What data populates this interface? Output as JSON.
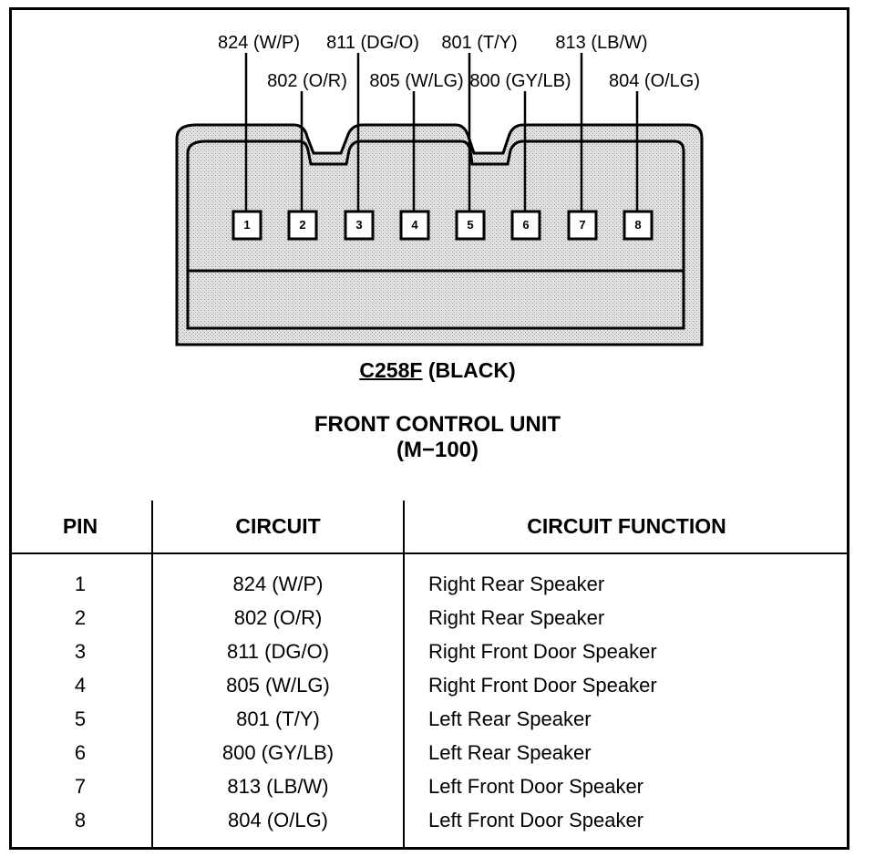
{
  "connector": {
    "callouts": [
      {
        "pin": 1,
        "label": "824 (W/P)"
      },
      {
        "pin": 2,
        "label": "802 (O/R)"
      },
      {
        "pin": 3,
        "label": "811 (DG/O)"
      },
      {
        "pin": 4,
        "label": "805 (W/LG)"
      },
      {
        "pin": 5,
        "label": "801 (T/Y)"
      },
      {
        "pin": 6,
        "label": "800 (GY/LB)"
      },
      {
        "pin": 7,
        "label": "813 (LB/W)"
      },
      {
        "pin": 8,
        "label": "804 (O/LG)"
      }
    ],
    "pins": [
      "1",
      "2",
      "3",
      "4",
      "5",
      "6",
      "7",
      "8"
    ],
    "id": "C258F",
    "color": "(BLACK)"
  },
  "unit": {
    "title": "FRONT CONTROL UNIT",
    "model": "(M−100)"
  },
  "table": {
    "headers": [
      "PIN",
      "CIRCUIT",
      "CIRCUIT FUNCTION"
    ],
    "rows": [
      {
        "pin": "1",
        "circuit": "824 (W/P)",
        "function": "Right Rear Speaker"
      },
      {
        "pin": "2",
        "circuit": "802 (O/R)",
        "function": "Right Rear Speaker"
      },
      {
        "pin": "3",
        "circuit": "811 (DG/O)",
        "function": "Right Front Door Speaker"
      },
      {
        "pin": "4",
        "circuit": "805 (W/LG)",
        "function": "Right Front Door Speaker"
      },
      {
        "pin": "5",
        "circuit": "801 (T/Y)",
        "function": "Left Rear Speaker"
      },
      {
        "pin": "6",
        "circuit": "800 (GY/LB)",
        "function": "Left Rear Speaker"
      },
      {
        "pin": "7",
        "circuit": "813 (LB/W)",
        "function": "Left Front Door Speaker"
      },
      {
        "pin": "8",
        "circuit": "804 (O/LG)",
        "function": "Left Front Door Speaker"
      }
    ]
  },
  "colors": {
    "line": "#000000",
    "shade": "#d4d4d4",
    "background": "#ffffff"
  }
}
